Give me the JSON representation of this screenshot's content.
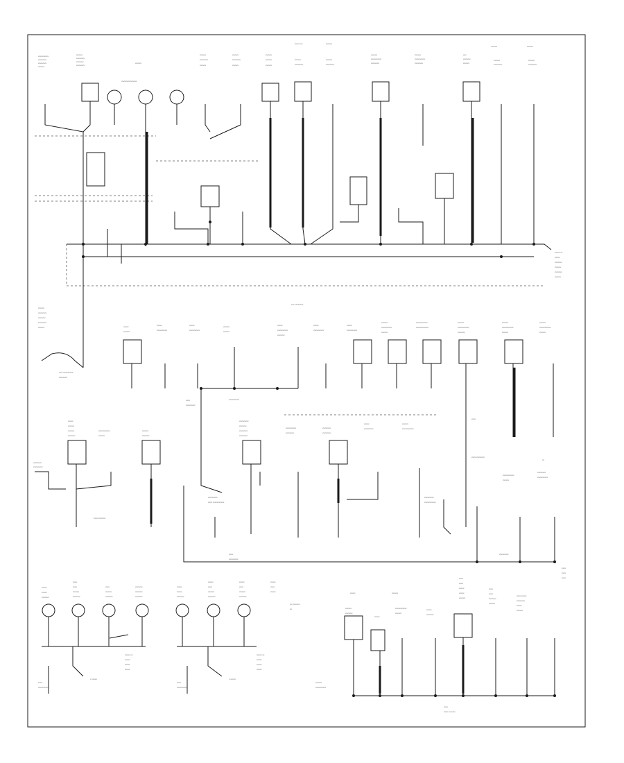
{
  "diagram": {
    "title": "",
    "page_label": "",
    "section_labels": [
      "G100",
      "G101",
      "G102",
      "G103",
      "G104",
      "G105",
      "G106",
      "G107",
      "G108"
    ]
  }
}
